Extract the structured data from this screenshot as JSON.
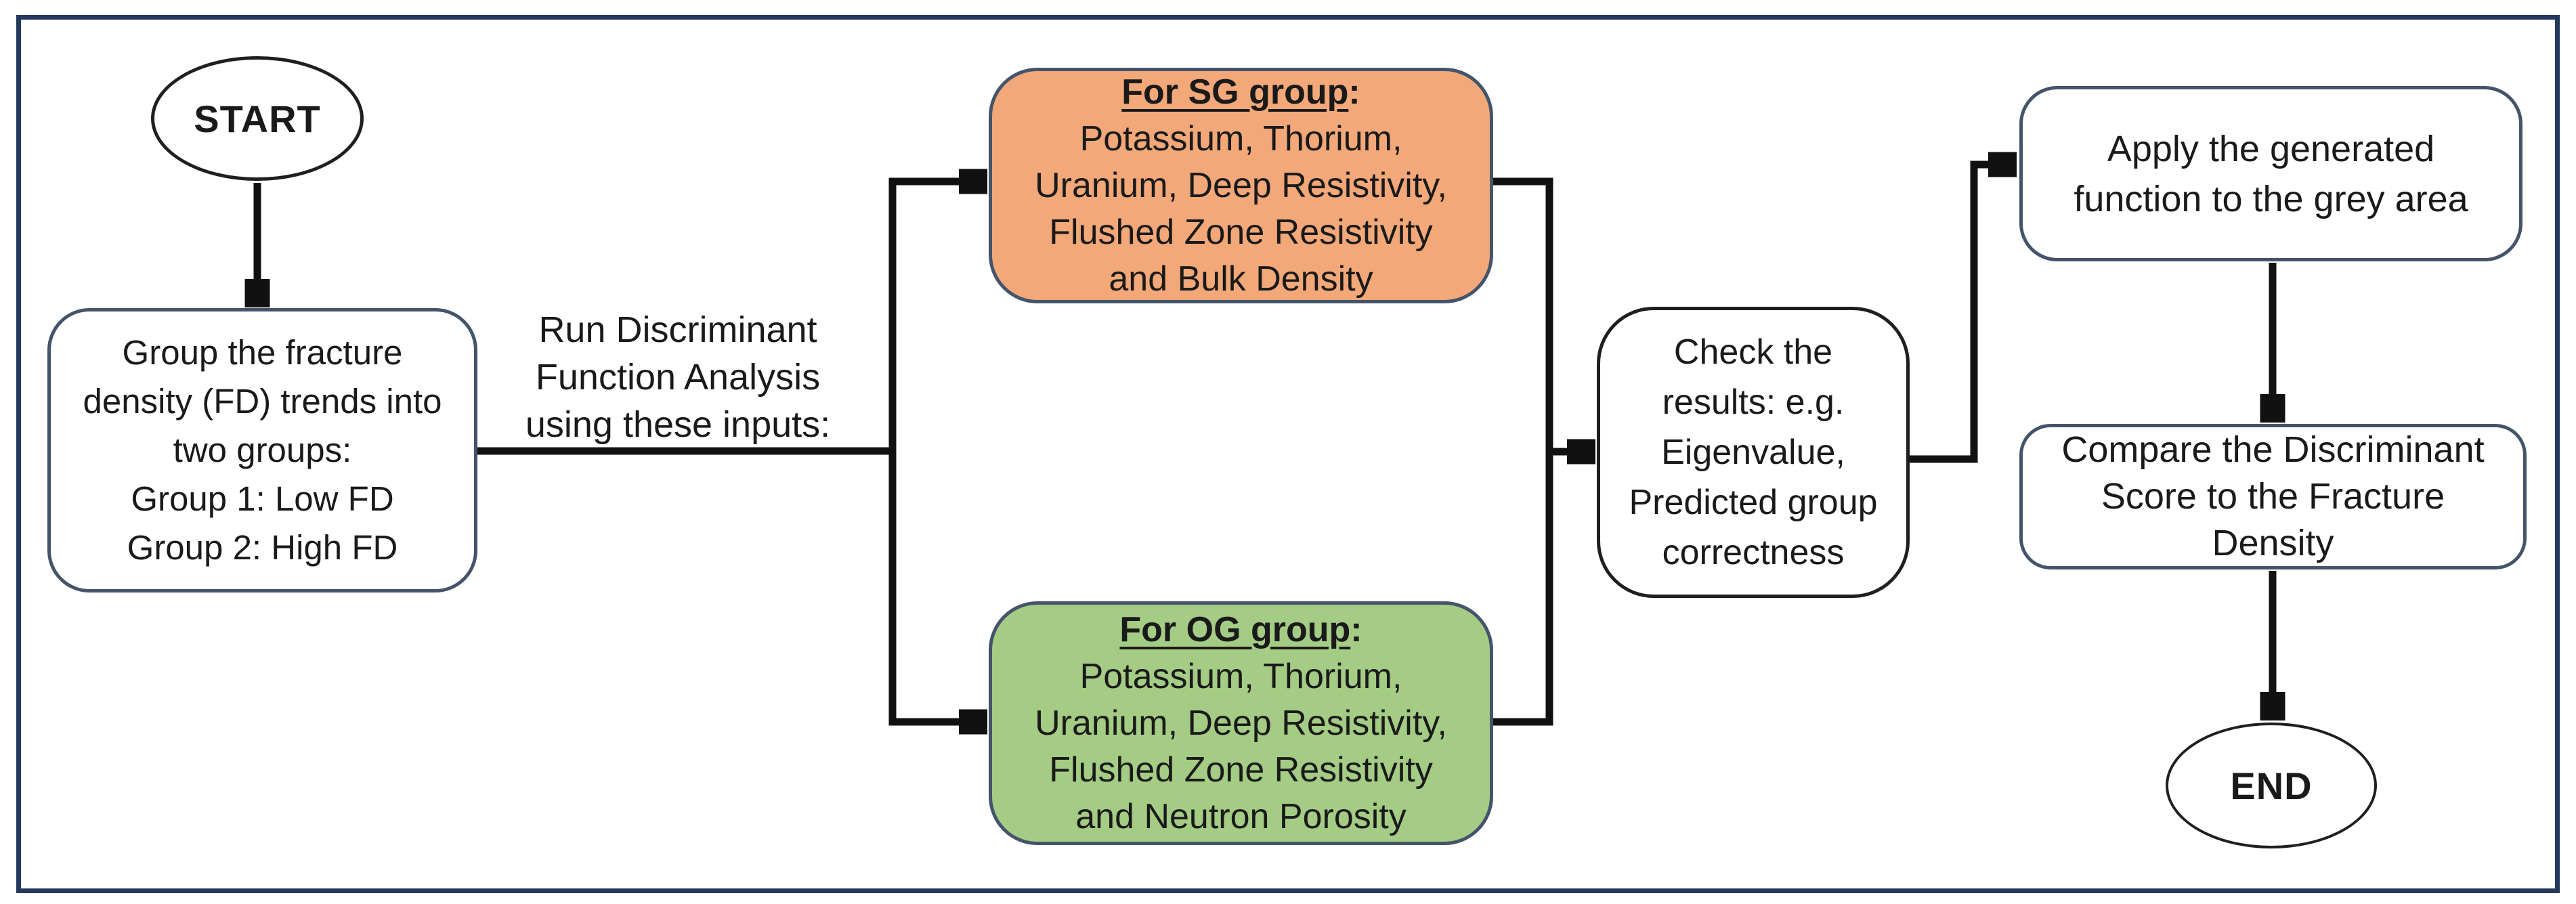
{
  "flowchart": {
    "start": {
      "label": "START"
    },
    "group_box": {
      "lines": [
        "Group the fracture",
        "density (FD) trends into",
        "two groups:",
        "Group 1: Low FD",
        "Group 2: High FD"
      ]
    },
    "dfa_label": {
      "lines": [
        "Run Discriminant",
        "Function Analysis",
        "using these inputs:"
      ]
    },
    "sg_box": {
      "title": "For SG group",
      "colon": ":",
      "lines": [
        "Potassium, Thorium,",
        "Uranium, Deep Resistivity,",
        "Flushed Zone Resistivity",
        "and Bulk Density"
      ]
    },
    "og_box": {
      "title": "For OG group",
      "colon": ":",
      "lines": [
        "Potassium, Thorium,",
        "Uranium, Deep Resistivity,",
        "Flushed Zone Resistivity",
        "and Neutron Porosity"
      ]
    },
    "check_box": {
      "lines": [
        "Check the",
        "results: e.g.",
        "Eigenvalue,",
        "Predicted group",
        "correctness"
      ]
    },
    "apply_box": {
      "lines": [
        "Apply the generated",
        "function to the grey area"
      ]
    },
    "compare_box": {
      "lines": [
        "Compare the Discriminant",
        "Score to the Fracture",
        "Density"
      ]
    },
    "end": {
      "label": "END"
    },
    "colors": {
      "outer_border": "#24395E",
      "node_outline": "#44546A",
      "terminator_outline": "#1F1F1F",
      "connector": "#111111",
      "sg_fill": "#F2A878",
      "og_fill": "#A4CC84",
      "text": "#1A1A1A",
      "background": "#FFFFFF"
    }
  }
}
